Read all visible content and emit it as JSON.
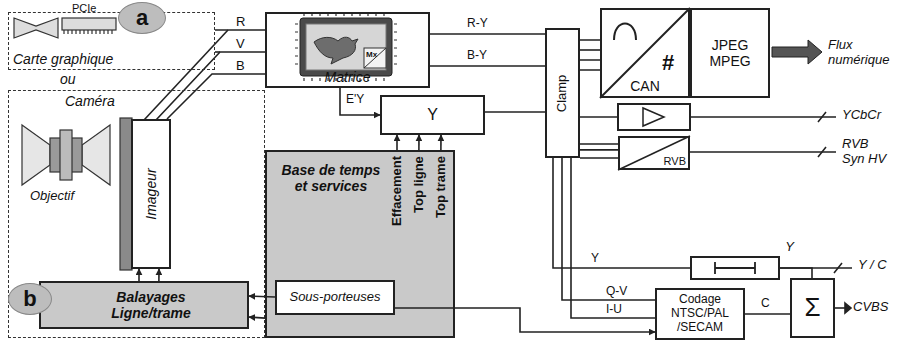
{
  "diagram": {
    "nodes": [
      {
        "text": [
          "Carte graphique"
        ]
      },
      {
        "text": [
          "a"
        ]
      },
      {
        "text": [
          "Matrice"
        ]
      },
      {
        "text": [
          "Clamp"
        ]
      },
      {
        "text": [
          "CAN"
        ]
      },
      {
        "text": [
          "JPEG MPEG"
        ]
      },
      {
        "text": [
          "Y"
        ]
      },
      {
        "text": [
          "RVB"
        ]
      },
      {
        "text": [
          "Caméra"
        ]
      },
      {
        "text": [
          "Imageur"
        ],
        "in": 8
      },
      {
        "text": [
          "Y"
        ]
      },
      {
        "text": [
          "Base de temps et services",
          "Effacement",
          "Top ligne",
          "Top trame"
        ]
      },
      {
        "text": [
          "Codage NTSC/PAL /SECAM"
        ]
      },
      {
        "text": [
          "Σ"
        ]
      },
      {
        "text": [
          "b"
        ]
      },
      {
        "text": [
          "Balayages Ligne/trame"
        ],
        "in": 8
      },
      {
        "text": [
          "Sous-porteuses"
        ],
        "in": 11
      }
    ],
    "edges": [
      {
        "from": 0,
        "to": 2,
        "arrow": "none"
      },
      {
        "from": 9,
        "to": 2,
        "arrow": "none"
      },
      {
        "from": 2,
        "to": 3,
        "label": "R-Y",
        "arrow": "none"
      },
      {
        "from": 2,
        "to": 3,
        "label": "B-Y",
        "arrow": "none"
      },
      {
        "from": 2,
        "to": 6,
        "label": "E'Y",
        "arrow": "to"
      },
      {
        "from": 6,
        "to": 3,
        "arrow": "none"
      },
      {
        "from": 11,
        "to": 6,
        "arrow": "to"
      },
      {
        "from": 11,
        "to": 6,
        "arrow": "to"
      },
      {
        "from": 11,
        "to": 6,
        "arrow": "to"
      },
      {
        "from": 3,
        "to": 4,
        "arrow": "none"
      },
      {
        "from": 3,
        "to": 7,
        "arrow": "none"
      },
      {
        "from": 3,
        "to": 10,
        "label": "Y",
        "arrow": "none"
      },
      {
        "from": 3,
        "to": 12,
        "label": "Q-V",
        "arrow": "none"
      },
      {
        "from": 3,
        "to": 12,
        "label": "I-U",
        "arrow": "none"
      },
      {
        "from": 12,
        "to": 13,
        "label": "C",
        "arrow": "none"
      },
      {
        "from": 10,
        "to": 13,
        "arrow": "none"
      },
      {
        "from": 16,
        "to": 12,
        "arrow": "to"
      },
      {
        "from": 16,
        "to": 15,
        "arrow": "to"
      },
      {
        "from": 11,
        "to": 15,
        "arrow": "to"
      },
      {
        "from": 15,
        "to": 9,
        "arrow": "to"
      },
      {
        "from": 15,
        "to": 9,
        "arrow": "to"
      }
    ],
    "labels": [
      "PCIe",
      "ou",
      "R",
      "V",
      "B",
      "Mx",
      "#",
      "Objectif",
      "Flux numérique",
      "YCbCr",
      "RVB Syn HV",
      "Y / C",
      "CVBS"
    ]
  }
}
